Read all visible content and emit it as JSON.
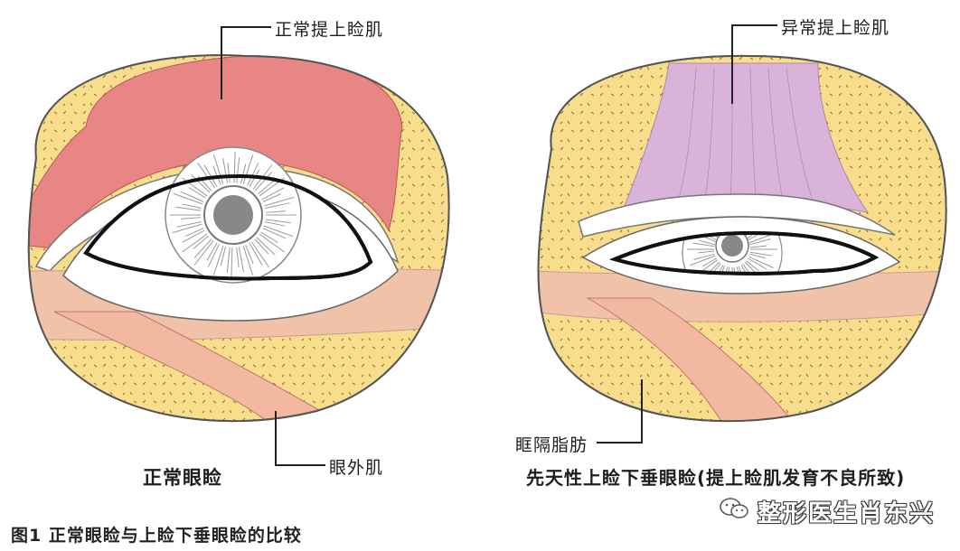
{
  "labels": {
    "normal_levator": "正常提上睑肌",
    "abnormal_levator": "异常提上睑肌",
    "orbital_septum_fat": "眶隔脂肪",
    "orbicularis": "眼外肌",
    "caption_normal": "正常眼睑",
    "caption_ptosis": "先天性上睑下垂眼睑(提上睑肌发育不良所致)",
    "figure_title": "图1  正常眼睑与上睑下垂眼睑的比较",
    "watermark": "整形医生肖东兴"
  },
  "colors": {
    "muscle_red": "#e88585",
    "muscle_purple": "#d9b3d9",
    "fat_yellow": "#f8de8c",
    "lower_muscle": "#f0c3a8",
    "outline": "#111111"
  }
}
